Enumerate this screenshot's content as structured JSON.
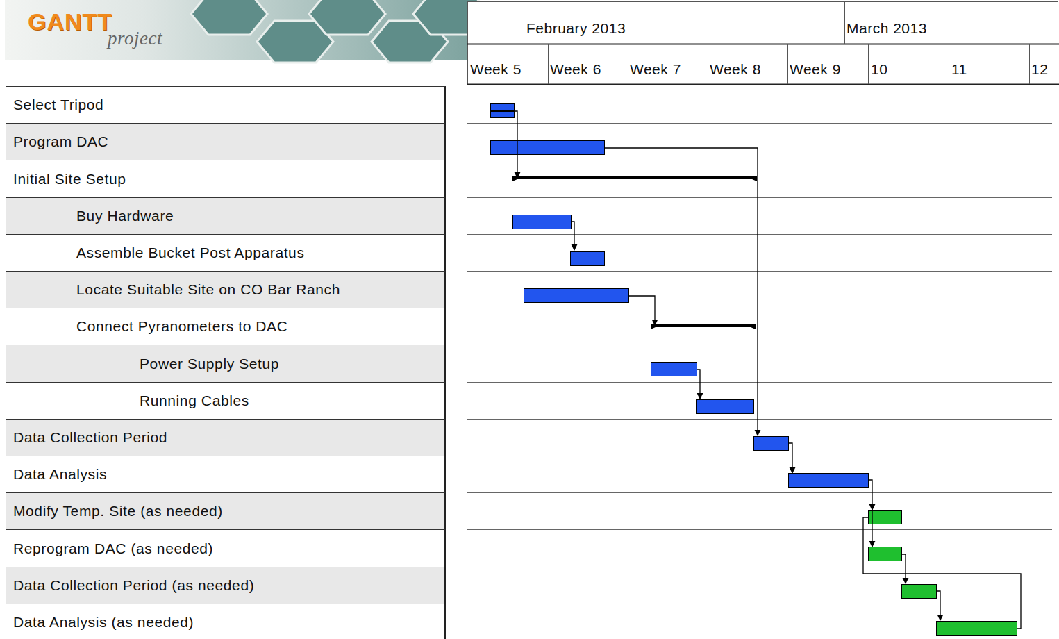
{
  "diagram": {
    "nodes": [
      {
        "text": [
          "Select Tripod"
        ]
      },
      {
        "text": [
          "Program DAC"
        ]
      },
      {
        "text": [
          "Initial Site Setup"
        ]
      },
      {
        "text": [
          "Buy Hardware"
        ]
      },
      {
        "text": [
          "Assemble Bucket Post Apparatus"
        ]
      },
      {
        "text": [
          "Locate Suitable Site on CO Bar Ranch"
        ]
      },
      {
        "text": [
          "Connect Pyranometers to DAC"
        ]
      },
      {
        "text": [
          "Power Supply Setup"
        ]
      },
      {
        "text": [
          "Running Cables"
        ]
      },
      {
        "text": [
          "Data Collection Period"
        ]
      },
      {
        "text": [
          "Data Analysis"
        ]
      },
      {
        "text": [
          "Modify Temp. Site (as needed)"
        ]
      },
      {
        "text": [
          "Reprogram DAC (as needed)"
        ]
      },
      {
        "text": [
          "Data Collection Period (as needed)"
        ]
      },
      {
        "text": [
          "Data Analysis (as needed)"
        ]
      }
    ],
    "labels": [
      "GANTT",
      "project",
      "February 2013",
      "March 2013",
      "Week 5",
      "Week 6",
      "Week 7",
      "Week 8",
      "Week 9",
      "10",
      "11",
      "12"
    ]
  }
}
